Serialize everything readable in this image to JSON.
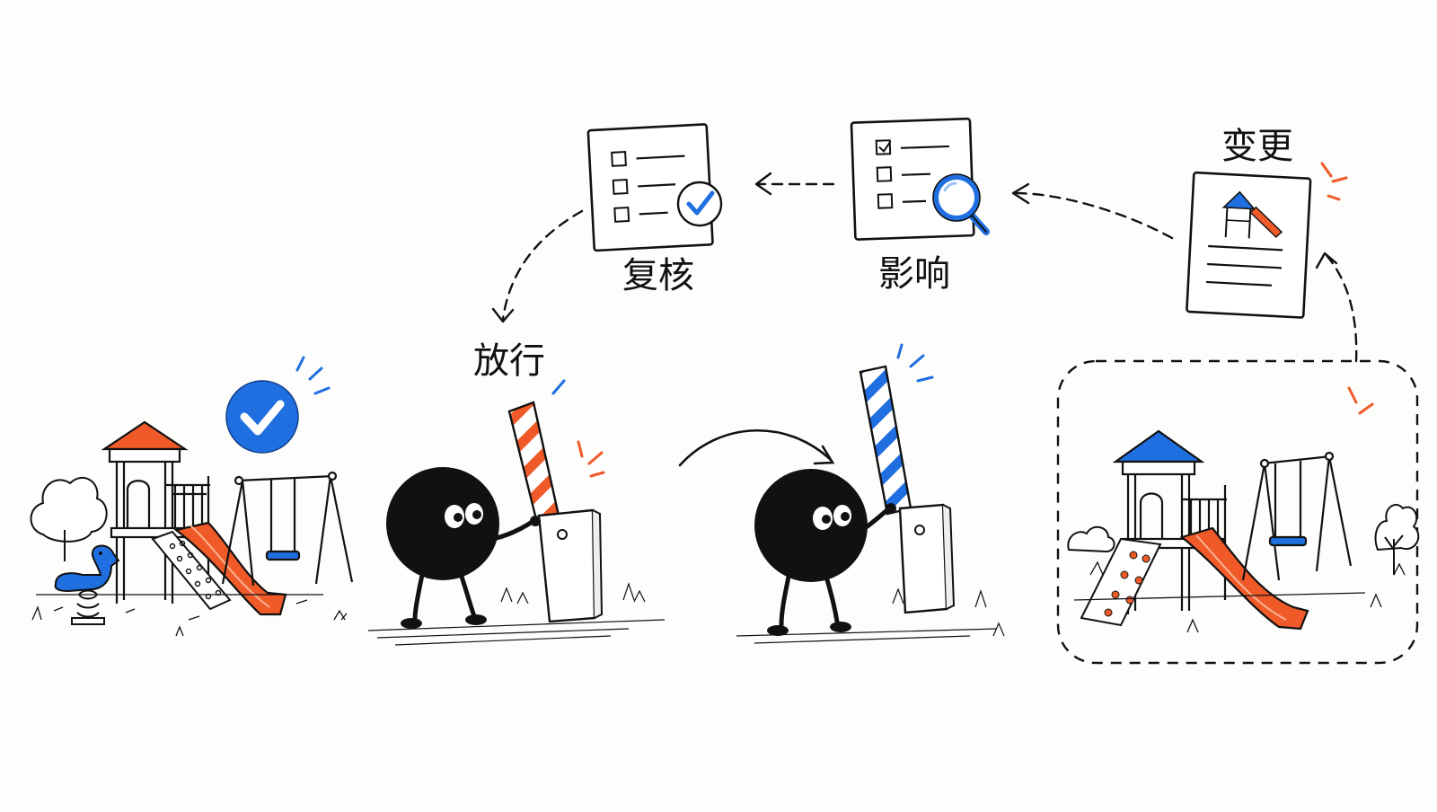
{
  "labels": {
    "change": "变更",
    "impact": "影响",
    "review": "复核",
    "release": "放行"
  },
  "colors": {
    "ink": "#111111",
    "blue": "#1f6fe0",
    "orange": "#f05a28",
    "paper": "#fdfdfb"
  },
  "icons": {
    "change_doc": "document-with-playground-icon",
    "impact_doc": "checklist-magnifier-icon",
    "review_doc": "checklist-approved-icon",
    "approved": "check-badge-icon",
    "barrier": "boom-barrier-icon"
  }
}
